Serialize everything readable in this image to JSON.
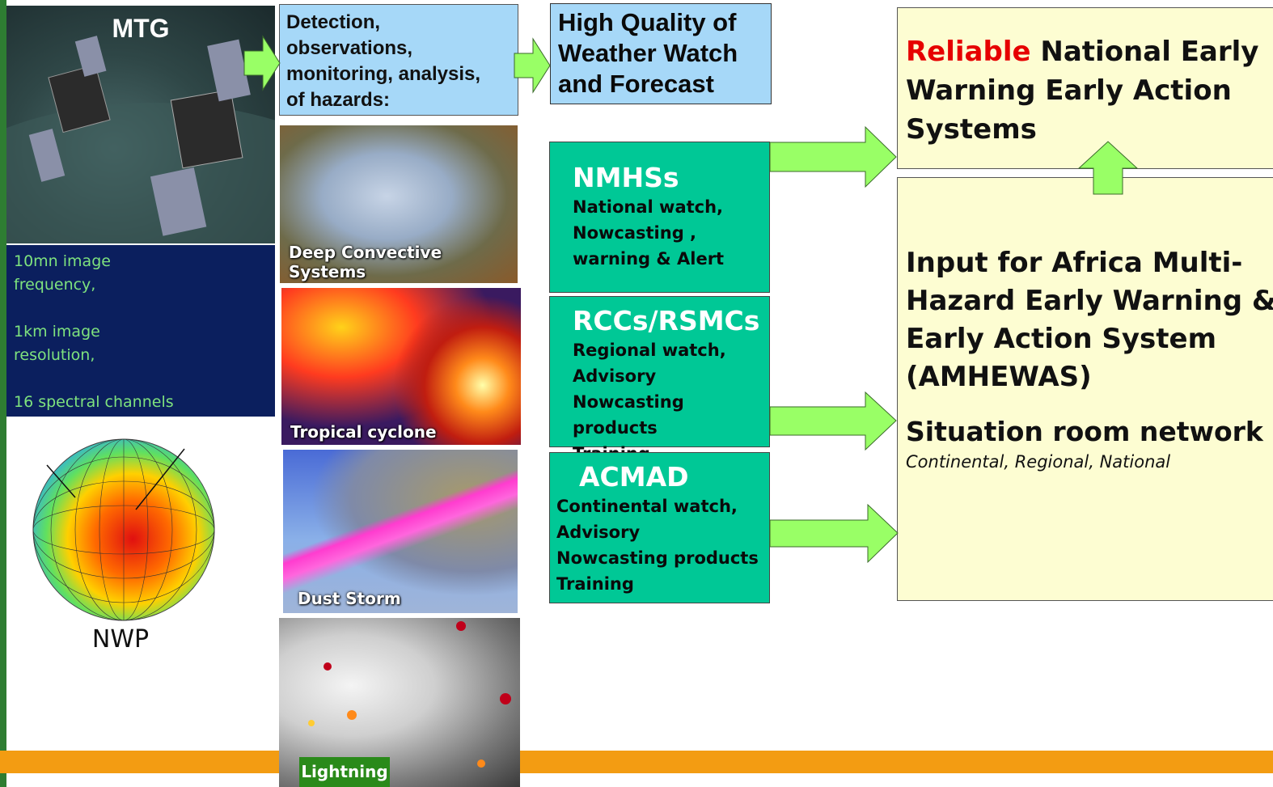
{
  "satellite": {
    "title": "MTG"
  },
  "specs": [
    "10mn image",
    "frequency,",
    "",
    "1km image",
    "resolution,",
    "",
    "16 spectral channels"
  ],
  "nwp": {
    "label": "NWP"
  },
  "detection": {
    "lines": [
      "Detection,",
      "observations,",
      "monitoring, analysis,",
      "of hazards:"
    ]
  },
  "quality": {
    "lines": [
      "High Quality of",
      "Weather Watch",
      "and Forecast"
    ]
  },
  "images": {
    "deep_convective": "Deep Convective Systems",
    "tropical_cyclone": "Tropical cyclone",
    "dust_storm": "Dust Storm",
    "lightning": "Lightning"
  },
  "nmhss": {
    "title": "NMHSs",
    "lines": [
      "National watch,",
      "Nowcasting ,",
      "warning & Alert"
    ]
  },
  "rccs": {
    "title": "RCCs/RSMCs",
    "lines": [
      "Regional watch,",
      "Advisory",
      "Nowcasting products",
      "Training"
    ]
  },
  "acmad": {
    "title": "ACMAD",
    "lines": [
      "Continental watch,",
      "Advisory",
      "Nowcasting products",
      "Training"
    ]
  },
  "reliable": {
    "highlight": "Reliable",
    "rest": " National Early",
    "lines": [
      "Warning Early Action",
      "Systems"
    ]
  },
  "amhewas": {
    "lines": [
      "Input for Africa Multi-",
      "Hazard Early  Warning &",
      "Early Action System",
      "(AMHEWAS)"
    ],
    "situation": "Situation room network",
    "levels": "Continental, Regional, National"
  },
  "colors": {
    "teal": "#00c896",
    "light_blue": "#a6d8f8",
    "yellow": "#fdfdd2",
    "arrow_green": "#99ff66",
    "orange": "#f39c12",
    "navy": "#0b1f5e"
  }
}
